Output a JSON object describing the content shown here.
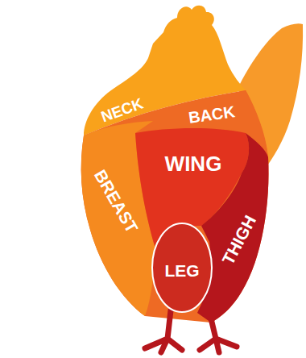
{
  "diagram": {
    "nodes": [
      {
        "text": [
          "NECK"
        ]
      },
      {
        "text": [
          "BACK"
        ]
      },
      {
        "text": [
          "BREAST"
        ]
      },
      {
        "text": [
          "WING"
        ]
      },
      {
        "text": [
          "THIGH"
        ]
      },
      {
        "text": [
          "LEG"
        ]
      }
    ]
  }
}
